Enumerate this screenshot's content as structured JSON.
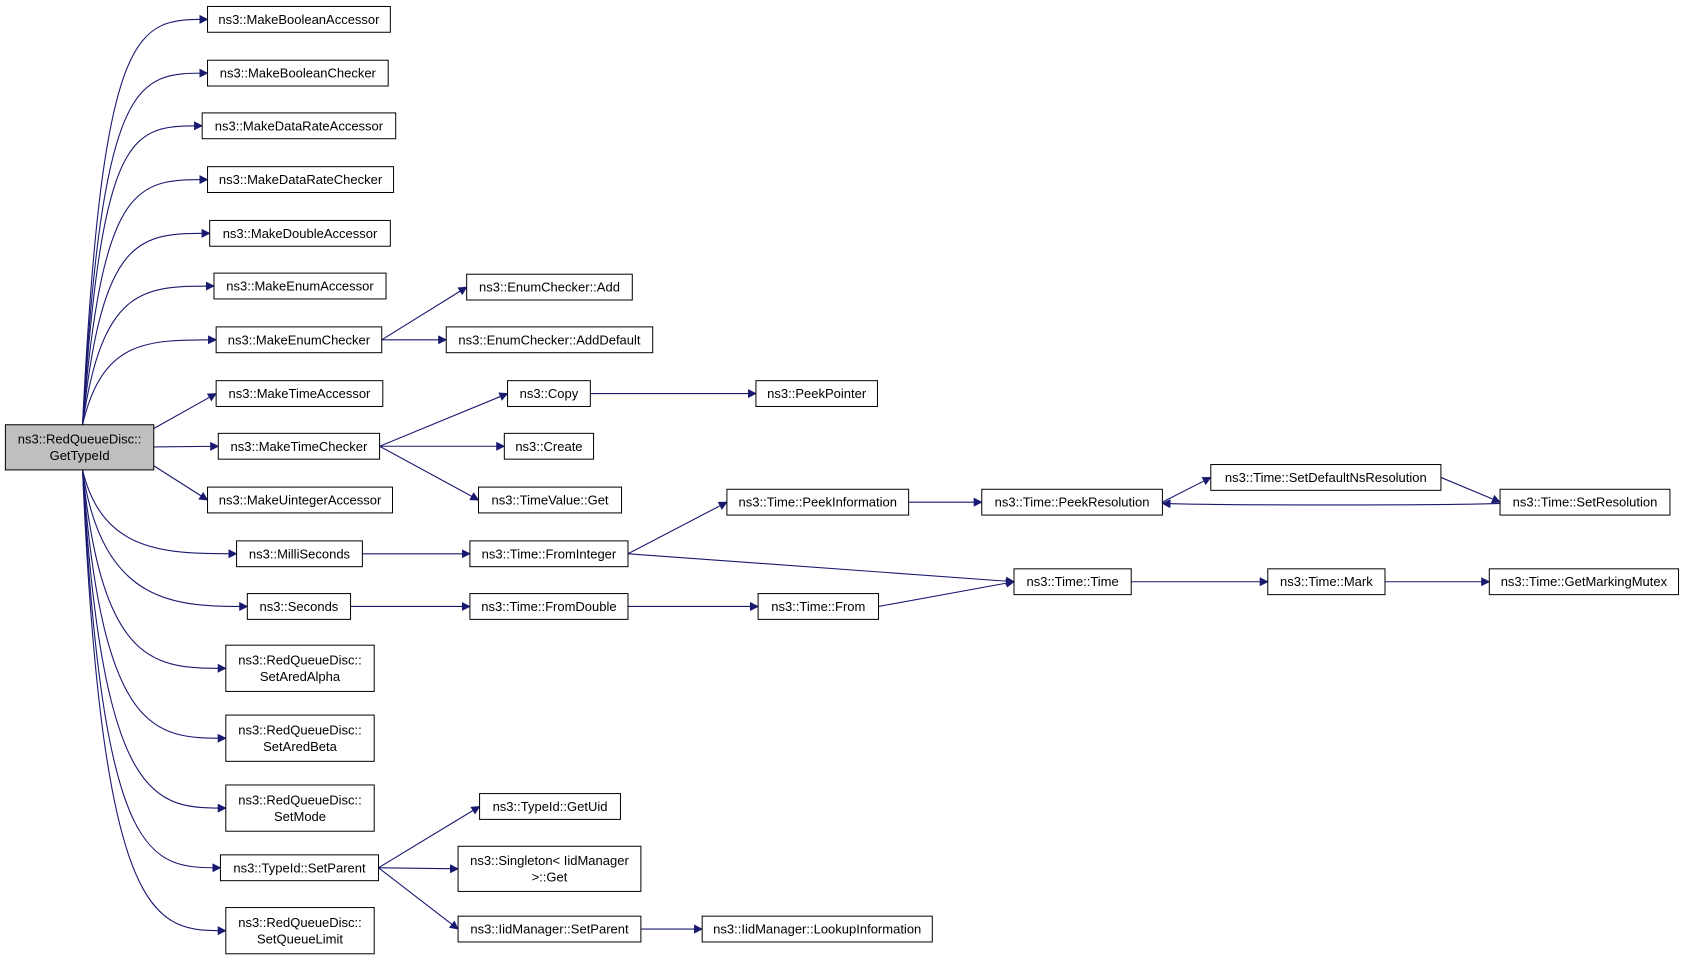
{
  "graph": {
    "edge_color": "#191970",
    "root_fill": "#bfbfbf",
    "nodes": {
      "root": [
        "ns3::RedQueueDisc::",
        "GetTypeId"
      ],
      "makeBoolAcc": [
        "ns3::MakeBooleanAccessor"
      ],
      "makeBoolChk": [
        "ns3::MakeBooleanChecker"
      ],
      "makeDRAcc": [
        "ns3::MakeDataRateAccessor"
      ],
      "makeDRChk": [
        "ns3::MakeDataRateChecker"
      ],
      "makeDblAcc": [
        "ns3::MakeDoubleAccessor"
      ],
      "makeEnumAcc": [
        "ns3::MakeEnumAccessor"
      ],
      "makeEnumChk": [
        "ns3::MakeEnumChecker"
      ],
      "enumAdd": [
        "ns3::EnumChecker::Add"
      ],
      "enumAddDef": [
        "ns3::EnumChecker::AddDefault"
      ],
      "makeTimeAcc": [
        "ns3::MakeTimeAccessor"
      ],
      "makeTimeChk": [
        "ns3::MakeTimeChecker"
      ],
      "copy": [
        "ns3::Copy"
      ],
      "peekPtr": [
        "ns3::PeekPointer"
      ],
      "create": [
        "ns3::Create"
      ],
      "tvGet": [
        "ns3::TimeValue::Get"
      ],
      "makeUintAcc": [
        "ns3::MakeUintegerAccessor"
      ],
      "milli": [
        "ns3::MilliSeconds"
      ],
      "seconds": [
        "ns3::Seconds"
      ],
      "fromInt": [
        "ns3::Time::FromInteger"
      ],
      "fromDbl": [
        "ns3::Time::FromDouble"
      ],
      "peekInfo": [
        "ns3::Time::PeekInformation"
      ],
      "peekRes": [
        "ns3::Time::PeekResolution"
      ],
      "setDefRes": [
        "ns3::Time::SetDefaultNsResolution"
      ],
      "setRes": [
        "ns3::Time::SetResolution"
      ],
      "timeTime": [
        "ns3::Time::Time"
      ],
      "timeFrom": [
        "ns3::Time::From"
      ],
      "mark": [
        "ns3::Time::Mark"
      ],
      "getMutex": [
        "ns3::Time::GetMarkingMutex"
      ],
      "aredAlpha": [
        "ns3::RedQueueDisc::",
        "SetAredAlpha"
      ],
      "aredBeta": [
        "ns3::RedQueueDisc::",
        "SetAredBeta"
      ],
      "setMode": [
        "ns3::RedQueueDisc::",
        "SetMode"
      ],
      "setParent": [
        "ns3::TypeId::SetParent"
      ],
      "getUid": [
        "ns3::TypeId::GetUid"
      ],
      "singleton": [
        "ns3::Singleton< IidManager",
        ">::Get"
      ],
      "iidSetParent": [
        "ns3::IidManager::SetParent"
      ],
      "lookup": [
        "ns3::IidManager::LookupInformation"
      ],
      "queueLimit": [
        "ns3::RedQueueDisc::",
        "SetQueueLimit"
      ]
    },
    "edges": [
      [
        "root",
        "makeBoolAcc"
      ],
      [
        "root",
        "makeBoolChk"
      ],
      [
        "root",
        "makeDRAcc"
      ],
      [
        "root",
        "makeDRChk"
      ],
      [
        "root",
        "makeDblAcc"
      ],
      [
        "root",
        "makeEnumAcc"
      ],
      [
        "root",
        "makeEnumChk"
      ],
      [
        "root",
        "makeTimeAcc"
      ],
      [
        "root",
        "makeTimeChk"
      ],
      [
        "root",
        "makeUintAcc"
      ],
      [
        "root",
        "milli"
      ],
      [
        "root",
        "seconds"
      ],
      [
        "root",
        "aredAlpha"
      ],
      [
        "root",
        "aredBeta"
      ],
      [
        "root",
        "setMode"
      ],
      [
        "root",
        "setParent"
      ],
      [
        "root",
        "queueLimit"
      ],
      [
        "makeEnumChk",
        "enumAdd"
      ],
      [
        "makeEnumChk",
        "enumAddDef"
      ],
      [
        "makeTimeChk",
        "copy"
      ],
      [
        "makeTimeChk",
        "create"
      ],
      [
        "makeTimeChk",
        "tvGet"
      ],
      [
        "copy",
        "peekPtr"
      ],
      [
        "milli",
        "fromInt"
      ],
      [
        "seconds",
        "fromDbl"
      ],
      [
        "fromInt",
        "peekInfo"
      ],
      [
        "fromInt",
        "timeTime"
      ],
      [
        "fromDbl",
        "timeFrom"
      ],
      [
        "timeFrom",
        "timeTime"
      ],
      [
        "peekInfo",
        "peekRes"
      ],
      [
        "peekRes",
        "setDefRes"
      ],
      [
        "setDefRes",
        "setRes"
      ],
      [
        "setRes",
        "peekRes"
      ],
      [
        "timeTime",
        "mark"
      ],
      [
        "mark",
        "getMutex"
      ],
      [
        "setParent",
        "getUid"
      ],
      [
        "setParent",
        "singleton"
      ],
      [
        "setParent",
        "iidSetParent"
      ],
      [
        "iidSetParent",
        "lookup"
      ]
    ]
  }
}
